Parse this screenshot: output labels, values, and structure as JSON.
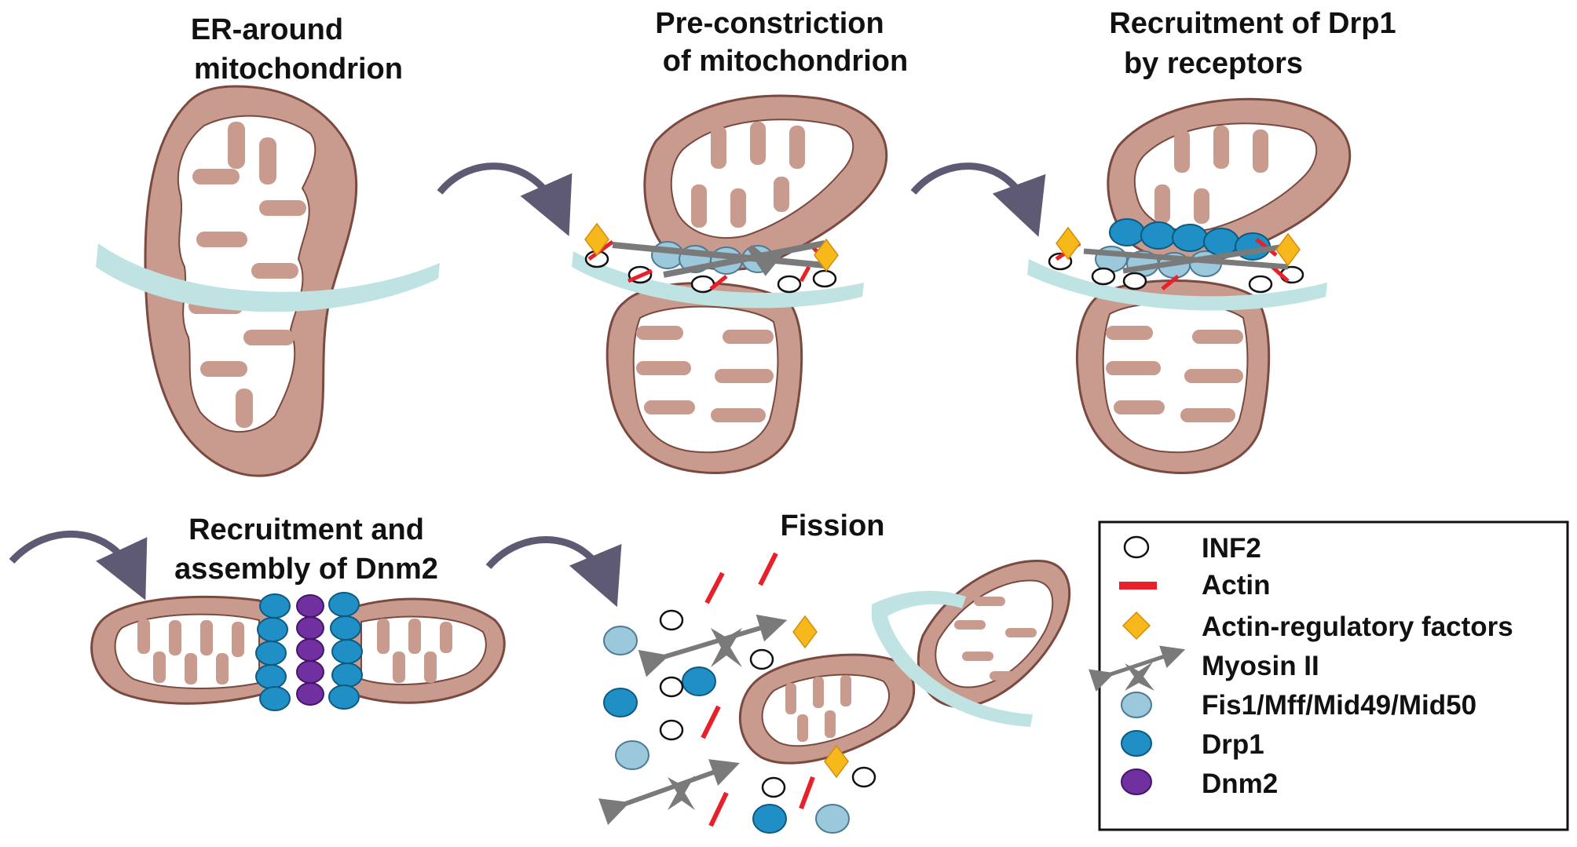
{
  "panels": [
    {
      "title_lines": [
        "ER-around",
        "mitochondrion"
      ]
    },
    {
      "title_lines": [
        "Pre-constriction",
        "of mitochondrion"
      ]
    },
    {
      "title_lines": [
        "Recruitment of Drp1",
        "by receptors"
      ]
    },
    {
      "title_lines": [
        "Recruitment and",
        "assembly of Dnm2"
      ]
    },
    {
      "title_lines": [
        "Fission"
      ]
    }
  ],
  "legend": {
    "items": [
      {
        "label": "INF2",
        "symbol": "open-circle-icon"
      },
      {
        "label": "Actin",
        "symbol": "red-bar-icon"
      },
      {
        "label": "Actin-regulatory factors",
        "symbol": "yellow-diamond-icon"
      },
      {
        "label": "Myosin II",
        "symbol": "myosin-icon"
      },
      {
        "label": "Fis1/Mff/Mid49/Mid50",
        "symbol": "light-blue-circle-icon"
      },
      {
        "label": "Drp1",
        "symbol": "blue-circle-icon"
      },
      {
        "label": "Dnm2",
        "symbol": "purple-circle-icon"
      }
    ]
  },
  "colors": {
    "mitochondrion": "#c99a8e",
    "mitochondrion_outline": "#7a4a40",
    "er": "#bfe3e3",
    "actin": "#e8202a",
    "regulatory": "#f7b81b",
    "myosin": "#7a7a7a",
    "receptor": "#9cc8dc",
    "drp1": "#1f8fc6",
    "dnm2": "#7030a0",
    "arrow": "#5f5a73"
  }
}
